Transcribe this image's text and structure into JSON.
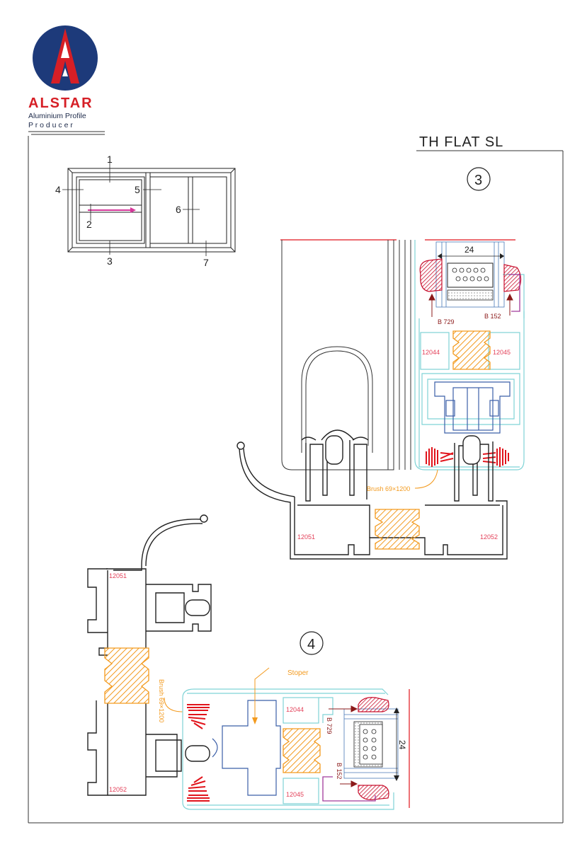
{
  "brand": {
    "name": "ALSTAR",
    "tagline_1": "Aluminium Profile",
    "tagline_2": "P r o d u c e r",
    "colors": {
      "navy": "#1d3a7a",
      "red": "#d61f26"
    }
  },
  "title": "TH FLAT SL",
  "key_plan": {
    "labels": [
      "1",
      "2",
      "3",
      "4",
      "5",
      "6",
      "7"
    ]
  },
  "section_3": {
    "number": "3",
    "dimension": "24",
    "gasket_left": "B 729",
    "gasket_right": "B 152",
    "profile_left_sash": "12044",
    "profile_right_sash": "12045",
    "profile_frame_left": "12051",
    "profile_frame_right": "12052",
    "brush_label": "Brush 69×1200"
  },
  "section_4": {
    "number": "4",
    "dimension": "24",
    "gasket_top": "B 729",
    "gasket_bottom": "B 152",
    "profile_top": "12044",
    "profile_bottom": "12045",
    "frame_top": "12051",
    "frame_bottom": "12052",
    "brush_label": "Brush 69×1200",
    "stoper_label": "Stoper"
  },
  "colors": {
    "profile": "#222222",
    "sash": "#7fd3d6",
    "thermal_break": "#f39a1e",
    "brush": "#e1141c",
    "gasket": "#c8102e",
    "glazing_bead": "#a13a9c",
    "sash_blue": "#3b5fa8",
    "profile_label": "#e3425a",
    "arrow_magenta": "#d6379a",
    "glass_blue": "#4a79b8"
  }
}
